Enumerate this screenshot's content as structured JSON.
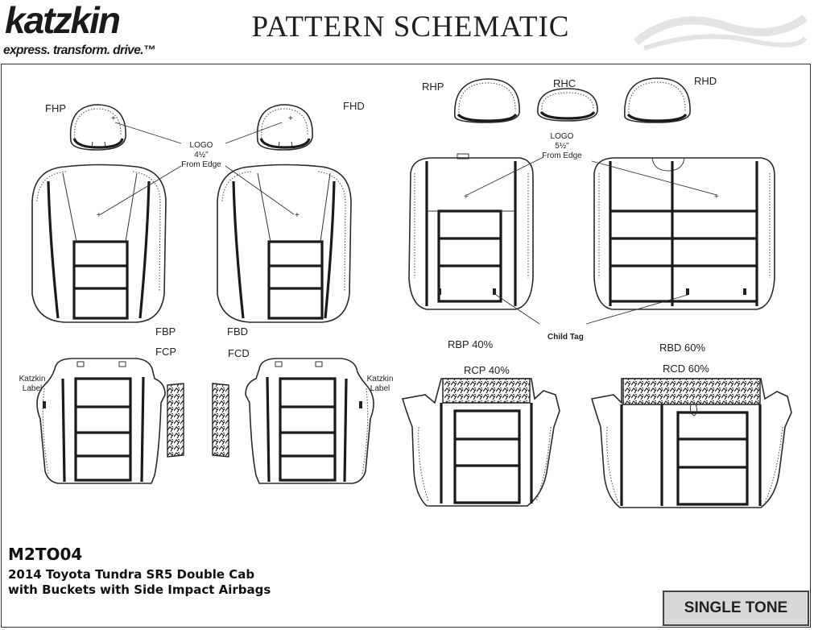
{
  "brand": {
    "name": "katzkin",
    "tagline": "express. transform. drive.™"
  },
  "document": {
    "title": "PATTERN SCHEMATIC"
  },
  "headrests": {
    "front_passenger": "FHP",
    "front_driver": "FHD",
    "rear_passenger": "RHP",
    "rear_center": "RHC",
    "rear_driver": "RHD"
  },
  "front_logo": {
    "line1": "LOGO",
    "line2": "4½\"",
    "line3": "From Edge"
  },
  "rear_logo": {
    "line1": "LOGO",
    "line2": "5½\"",
    "line3": "From Edge"
  },
  "seat_backs": {
    "front_passenger": "FBP",
    "front_driver": "FBD",
    "rear_passenger": "RBP 40%",
    "rear_driver": "RBD 60%"
  },
  "seat_cushions": {
    "front_passenger": "FCP",
    "front_driver": "FCD",
    "rear_passenger": "RCP 40%",
    "rear_driver": "RCD 60%"
  },
  "annotations": {
    "child_tag": "Child Tag",
    "katzkin_label_line1": "Katzkin",
    "katzkin_label_line2": "Label"
  },
  "product": {
    "model_code": "M2TO04",
    "vehicle_line1": "2014 Toyota Tundra SR5 Double Cab",
    "vehicle_line2": "with Buckets with Side Impact Airbags",
    "tone": "SINGLE TONE"
  }
}
